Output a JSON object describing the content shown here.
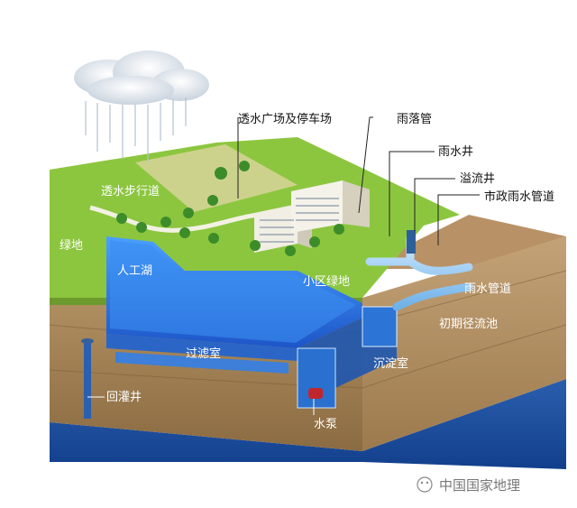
{
  "labels": {
    "permeable_plaza": "透水广场及停车场",
    "downspout": "雨落管",
    "rain_well": "雨水井",
    "overflow_well": "溢流井",
    "municipal_pipe": "市政雨水管道",
    "permeable_walkway": "透水步行道",
    "green_land": "绿地",
    "artificial_lake": "人工湖",
    "community_green": "小区绿地",
    "rain_pipe": "雨水管道",
    "initial_runoff_pool": "初期径流池",
    "filter_chamber": "过滤室",
    "sedimentation_chamber": "沉淀室",
    "recharge_well": "回灌井",
    "pump": "水泵"
  },
  "watermark": {
    "text": "中国国家地理"
  },
  "colors": {
    "grass": "#8cc63f",
    "soil": "#a8875a",
    "water": "#1f5fb8",
    "lake": "#2f7fe0"
  }
}
